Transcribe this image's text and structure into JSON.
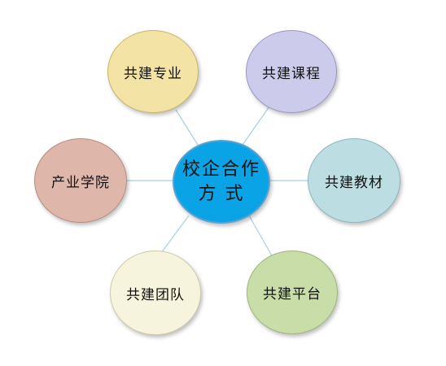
{
  "center": {
    "line1": "校企合作",
    "line2": "方 式",
    "color": "#0aa3e6"
  },
  "nodes": [
    {
      "id": "n-zy",
      "label": "共建专业",
      "fill": "#f3e4a6",
      "stroke": "#c9b56a"
    },
    {
      "id": "n-kc",
      "label": "共建课程",
      "fill": "#cccbec",
      "stroke": "#9a98c7"
    },
    {
      "id": "n-jc",
      "label": "共建教材",
      "fill": "#bcdee3",
      "stroke": "#8ab7be"
    },
    {
      "id": "n-pt",
      "label": "共建平台",
      "fill": "#c8dda8",
      "stroke": "#9db77c"
    },
    {
      "id": "n-td",
      "label": "共建团队",
      "fill": "#f6f4dc",
      "stroke": "#cfcca8"
    },
    {
      "id": "n-cy",
      "label": "产业学院",
      "fill": "#deb6aa",
      "stroke": "#b88d80"
    }
  ],
  "connector_color": "#a9d0e3"
}
